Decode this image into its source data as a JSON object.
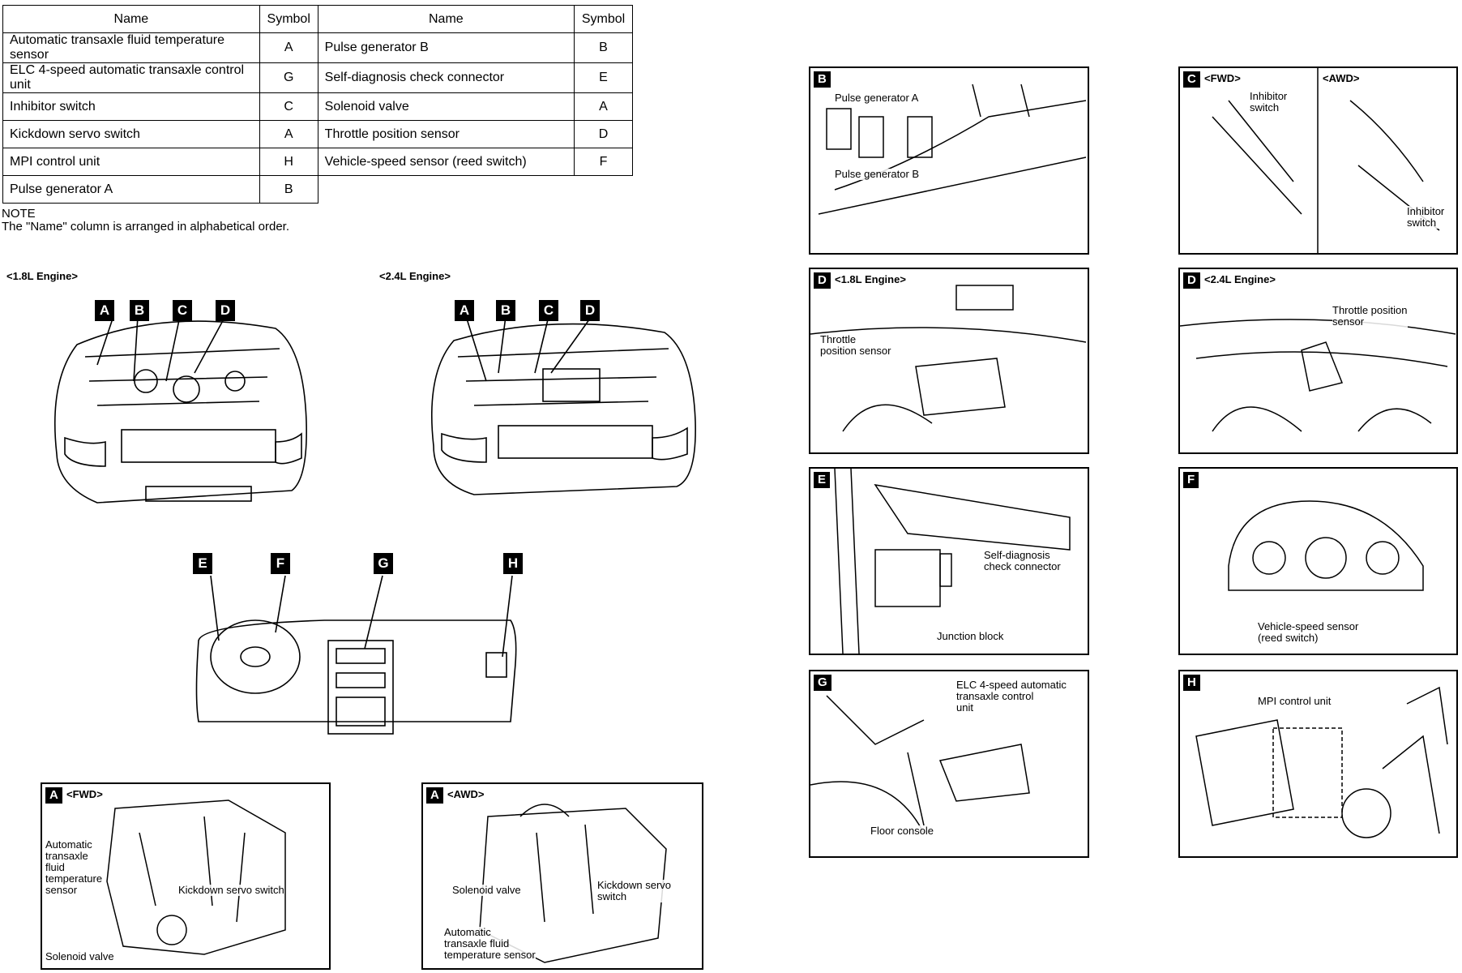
{
  "table": {
    "header": {
      "name": "Name",
      "symbol": "Symbol"
    },
    "left_rows": [
      {
        "name": "Automatic transaxle fluid temperature sensor",
        "symbol": "A"
      },
      {
        "name": "ELC 4-speed automatic transaxle control unit",
        "symbol": "G"
      },
      {
        "name": "Inhibitor switch",
        "symbol": "C"
      },
      {
        "name": "Kickdown servo switch",
        "symbol": "A"
      },
      {
        "name": "MPI control unit",
        "symbol": "H"
      },
      {
        "name": "Pulse generator A",
        "symbol": "B"
      }
    ],
    "right_rows": [
      {
        "name": "Pulse generator B",
        "symbol": "B"
      },
      {
        "name": "Self-diagnosis check connector",
        "symbol": "E"
      },
      {
        "name": "Solenoid valve",
        "symbol": "A"
      },
      {
        "name": "Throttle position sensor",
        "symbol": "D"
      },
      {
        "name": "Vehicle-speed sensor (reed switch)",
        "symbol": "F"
      }
    ]
  },
  "note": {
    "title": "NOTE",
    "text": "The \"Name\" column is arranged in alphabetical order."
  },
  "engines": {
    "left_label": "<1.8L Engine>",
    "right_label": "<2.4L Engine>"
  },
  "letters": {
    "a": "A",
    "b": "B",
    "c": "C",
    "d": "D",
    "e": "E",
    "f": "F",
    "g": "G",
    "h": "H"
  },
  "panels": {
    "a_fwd": {
      "tag": "A",
      "sub": "<FWD>",
      "labels": [
        "Automatic\ntransaxle\nfluid\ntemperature\nsensor",
        "Kickdown servo switch",
        "Solenoid valve"
      ]
    },
    "a_awd": {
      "tag": "A",
      "sub": "<AWD>",
      "labels": [
        "Solenoid valve",
        "Kickdown servo\nswitch",
        "Automatic\ntransaxle fluid\ntemperature sensor"
      ]
    },
    "b": {
      "tag": "B",
      "labels": [
        "Pulse generator A",
        "Pulse generator B"
      ]
    },
    "c": {
      "tag": "C",
      "sub_fwd": "<FWD>",
      "sub_awd": "<AWD>",
      "labels": [
        "Inhibitor\nswitch",
        "Inhibitor\nswitch"
      ]
    },
    "d18": {
      "tag": "D",
      "sub": "<1.8L Engine>",
      "labels": [
        "Throttle\nposition sensor"
      ]
    },
    "d24": {
      "tag": "D",
      "sub": "<2.4L Engine>",
      "labels": [
        "Throttle position\nsensor"
      ]
    },
    "e": {
      "tag": "E",
      "labels": [
        "Self-diagnosis\ncheck connector",
        "Junction block"
      ]
    },
    "f": {
      "tag": "F",
      "labels": [
        "Vehicle-speed sensor\n(reed switch)"
      ]
    },
    "g": {
      "tag": "G",
      "labels": [
        "ELC 4-speed automatic\ntransaxle control\nunit",
        "Floor console"
      ]
    },
    "h": {
      "tag": "H",
      "labels": [
        "MPI control unit"
      ]
    }
  }
}
